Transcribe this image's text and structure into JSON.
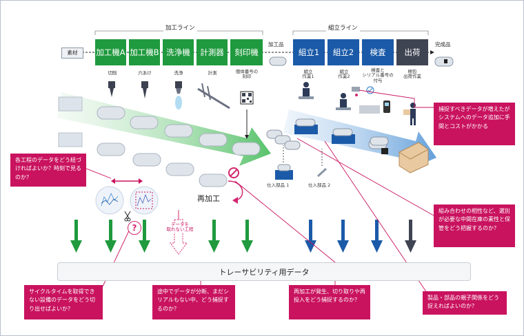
{
  "header": {
    "machining_line": "加工ライン",
    "assembly_line": "組立ライン"
  },
  "endpoints": {
    "material": "素材",
    "machined_part": "加工品",
    "finished_product": "完成品"
  },
  "machining_stages": [
    {
      "label": "加工機A",
      "sub": "切削"
    },
    {
      "label": "加工機B",
      "sub": "穴あけ"
    },
    {
      "label": "洗浄機",
      "sub": "洗浄"
    },
    {
      "label": "計測器",
      "sub": "計測"
    },
    {
      "label": "刻印機",
      "sub": "個体番号の\n刻印"
    }
  ],
  "assembly_stages": [
    {
      "label": "組立1",
      "sub": "組立\n作業1"
    },
    {
      "label": "組立2",
      "sub": "組立\n作業2"
    },
    {
      "label": "検査",
      "sub": "検査と\nシリアル番号の\n付与"
    },
    {
      "label": "出荷",
      "sub": "梱包\n出荷作業"
    }
  ],
  "supplied_parts": [
    "仕入部品 1",
    "仕入部品 2"
  ],
  "rework_label": "再加工",
  "no_data_label": "データを\n取れない工程",
  "traceability_label": "トレーサビリティ用データ",
  "callouts": {
    "link_processes": "各工程のデータをどう紐づければよいか？時刻で見るのか？",
    "data_cost": "捕捉すべきデータが増えたがシステムへのデータ追加に手間とコストがかかる",
    "compatibility": "組み合わせの相性など、選別が必要な中間在庫の素性と保管をどう把握するのか？",
    "parent_child": "製品・部品の親子関係をどう捉えればよいのか？",
    "cycle_time": "サイクルタイムを取得できない設備のデータをどう切り出せばよいか？",
    "branching": "途中でデータが分断、まだシリアルもない中、どう捕捉するのか？",
    "rework": "再加工が発生、切り取りや再投入をどう捕捉するのか？"
  },
  "colors": {
    "machining": "#1f9a3e",
    "assembly": "#1b5aa8",
    "shipping": "#3f4452",
    "callout": "#c9135f"
  }
}
